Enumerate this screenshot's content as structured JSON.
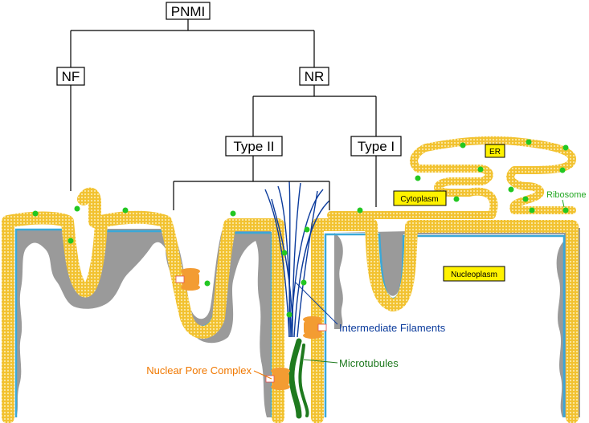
{
  "tree": {
    "root": "PNMI",
    "nf": "NF",
    "nr": "NR",
    "type2": "Type II",
    "type1": "Type I"
  },
  "labels": {
    "er": "ER",
    "cytoplasm": "Cytoplasm",
    "nucleoplasm": "Nucleoplasm",
    "ribosome": "Ribosome",
    "intermediate_filaments": "Intermediate Filaments",
    "microtubules": "Microtubules",
    "nuclear_pore_complex": "Nuclear Pore Complex"
  },
  "colors": {
    "membrane": "#f2c230",
    "membrane_bead": "#fbe9a6",
    "lamina": "#9a9a9a",
    "inner_membrane": "#3aa8d8",
    "ribosome": "#22c722",
    "pore": "#f39c32",
    "filament": "#0b3b9c",
    "microtubule": "#1f7a1f",
    "highlight_box": "#fff200",
    "pore_label": "#f07800",
    "filament_label": "#0b3b9c",
    "microtubule_label": "#1f7a1f",
    "ribosome_label": "#22a822"
  }
}
